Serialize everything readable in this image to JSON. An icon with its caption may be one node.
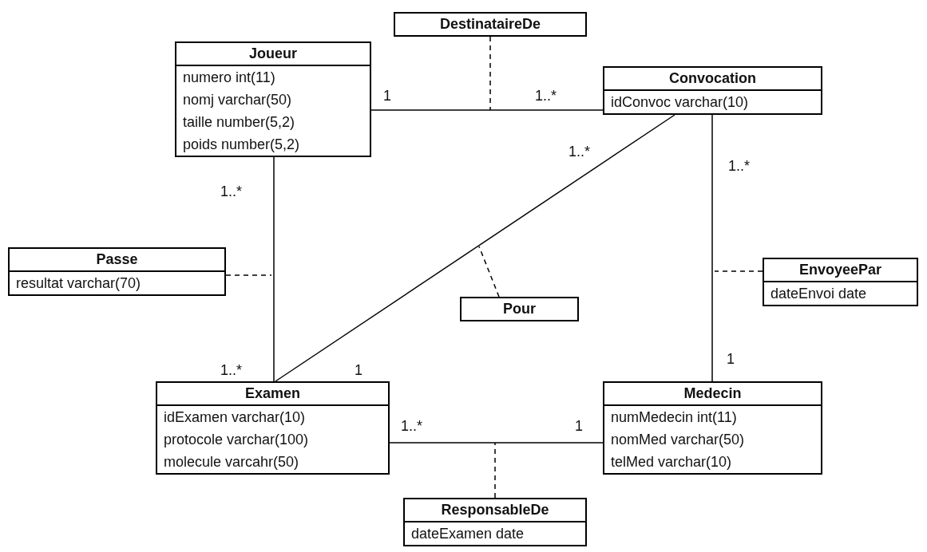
{
  "diagram": {
    "nodes": [
      {
        "text": [
          "DestinataireDe"
        ]
      },
      {
        "text": [
          "Joueur",
          "numero int(11)",
          "nomj varchar(50)",
          "taille number(5,2)",
          "poids number(5,2)"
        ]
      },
      {
        "text": [
          "Convocation",
          "idConvoc varchar(10)"
        ]
      },
      {
        "text": [
          "Passe",
          "resultat varchar(70)"
        ]
      },
      {
        "text": [
          "EnvoyeePar",
          "dateEnvoi date"
        ]
      },
      {
        "text": [
          "Pour"
        ]
      },
      {
        "text": [
          "Examen",
          "idExamen varchar(10)",
          "protocole varchar(100)",
          "molecule varcahr(50)"
        ]
      },
      {
        "text": [
          "Medecin",
          "numMedecin int(11)",
          "nomMed varchar(50)",
          "telMed varchar(10)"
        ]
      },
      {
        "text": [
          "ResponsableDe",
          "dateExamen date"
        ]
      }
    ],
    "edges": [
      {
        "from": 1,
        "to": 2,
        "arrow": "none"
      },
      {
        "from": 0,
        "to": null,
        "arrow": "none",
        "style": "dashed"
      },
      {
        "from": 1,
        "to": 6,
        "arrow": "none"
      },
      {
        "from": 3,
        "to": null,
        "arrow": "none",
        "style": "dashed"
      },
      {
        "from": 2,
        "to": 6,
        "arrow": "none"
      },
      {
        "from": 5,
        "to": null,
        "arrow": "none",
        "style": "dashed"
      },
      {
        "from": 2,
        "to": 7,
        "arrow": "none"
      },
      {
        "from": 4,
        "to": null,
        "arrow": "none",
        "style": "dashed"
      },
      {
        "from": 6,
        "to": 7,
        "arrow": "none"
      },
      {
        "from": 8,
        "to": null,
        "arrow": "none",
        "style": "dashed"
      }
    ],
    "labels": [
      "1",
      "1..*",
      "1..*",
      "1..*",
      "1..*",
      "1",
      "1..*",
      "1",
      "1..*",
      "1"
    ]
  }
}
